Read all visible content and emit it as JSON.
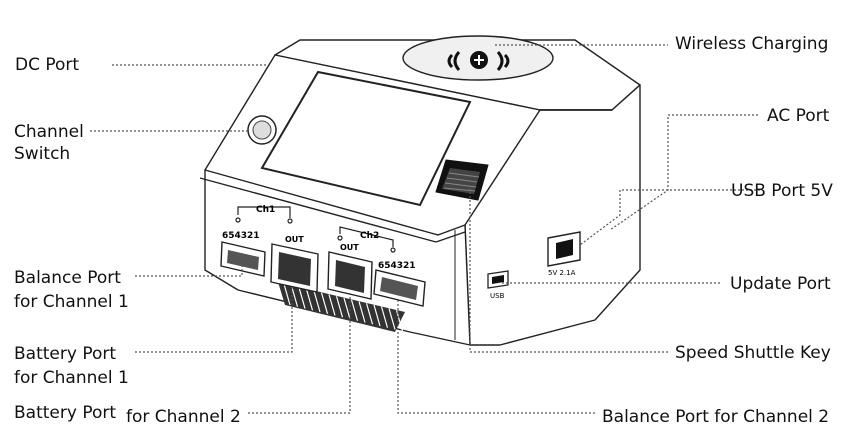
{
  "callouts": {
    "dc_port": "DC Port",
    "channel_switch": "Channel\nSwitch",
    "balance_port_ch1": "Balance Port\nfor Channel 1",
    "battery_port_ch1": "Battery Port\nfor Channel 1",
    "battery_port_ch2_a": "Battery Port",
    "battery_port_ch2_b": "for Channel 2",
    "wireless_charging": "Wireless Charging",
    "ac_port": "AC Port",
    "usb_port_5v": "USB Port 5V",
    "update_port": "Update Port",
    "speed_shuttle_key": "Speed Shuttle Key",
    "balance_port_ch2": "Balance Port for Channel 2"
  },
  "device_markings": {
    "ch1": "Ch1",
    "ch2": "Ch2",
    "out": "OUT",
    "balance_pins": "654321",
    "usb": "USB",
    "usb_rating": "5V   2.1A"
  }
}
